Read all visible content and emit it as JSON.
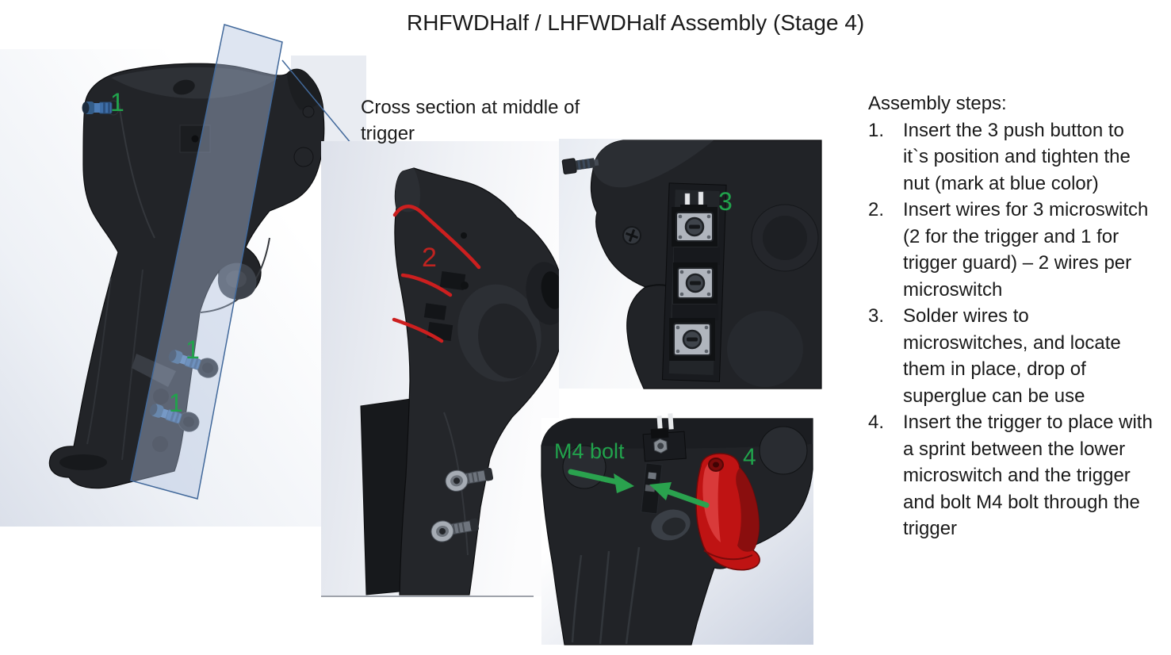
{
  "page": {
    "title": "RHFWDHalf / LHFWDHalf Assembly (Stage 4)"
  },
  "caption": {
    "text": "Cross section at middle of trigger"
  },
  "steps": {
    "heading": "Assembly steps:",
    "items": [
      {
        "num": "1.",
        "text": "Insert the 3 push button to it`s position and tighten the nut (mark at blue color)"
      },
      {
        "num": "2.",
        "text": "Insert wires for 3 microswitch (2 for the trigger and 1 for trigger guard) – 2 wires per microswitch"
      },
      {
        "num": "3.",
        "text": "Solder wires to microswitches, and locate them in place, drop of superglue can be use"
      },
      {
        "num": "4.",
        "text": "Insert the trigger to place with a sprint between the lower microswitch and the trigger and bolt M4 bolt through the trigger"
      }
    ]
  },
  "callouts": {
    "push_button_label": "1",
    "wires_label": "2",
    "microswitch_label": "3",
    "trigger_label": "4",
    "m4_bolt_label": "M4 bolt"
  },
  "colors": {
    "callout_green": "#21A34C",
    "callout_red": "#C02320",
    "wire_red": "#CC1F1F",
    "trigger_red": "#BF1313",
    "section_plane_blue": "#42699B",
    "push_button_blue": "#3E6EA8",
    "text_dark": "#1A1A1A"
  }
}
